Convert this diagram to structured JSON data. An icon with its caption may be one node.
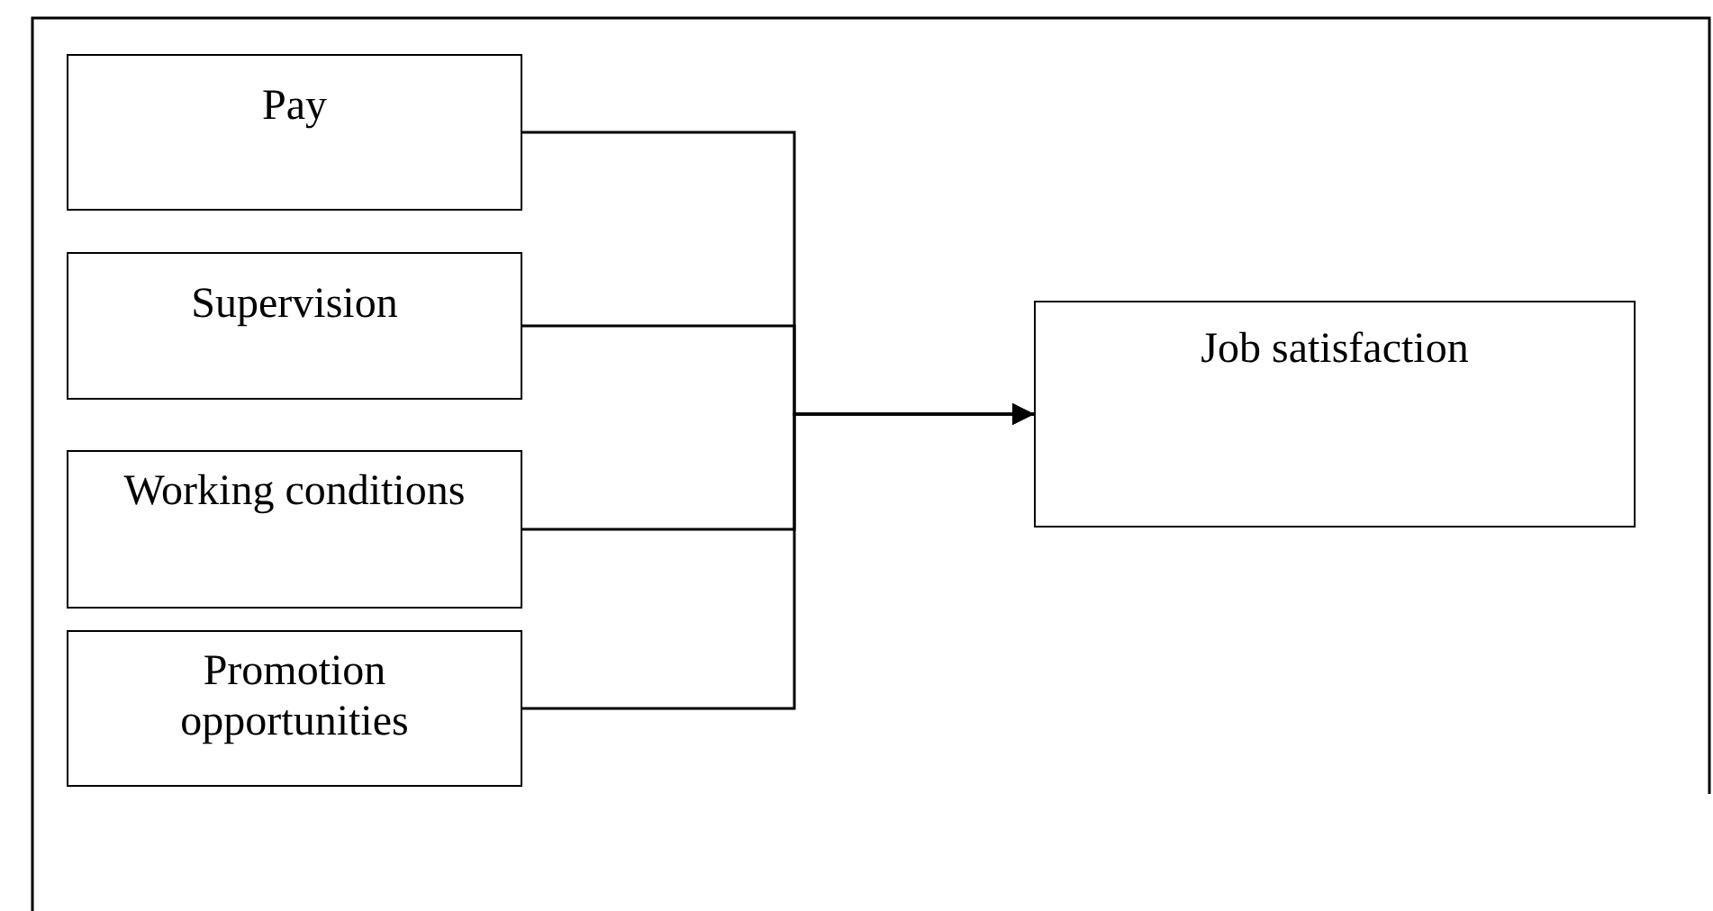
{
  "diagram": {
    "nodes": [
      {
        "text": [
          "Pay"
        ]
      },
      {
        "text": [
          "Supervision"
        ]
      },
      {
        "text": [
          "Working conditions"
        ]
      },
      {
        "text": [
          "Promotion opportunities"
        ]
      },
      {
        "text": [
          "Job satisfaction"
        ]
      }
    ],
    "edges": [
      {
        "from": 0,
        "to": 4,
        "arrow": "to"
      },
      {
        "from": 1,
        "to": 4,
        "arrow": "to"
      },
      {
        "from": 2,
        "to": 4,
        "arrow": "to"
      },
      {
        "from": 3,
        "to": 4,
        "arrow": "to"
      }
    ]
  }
}
